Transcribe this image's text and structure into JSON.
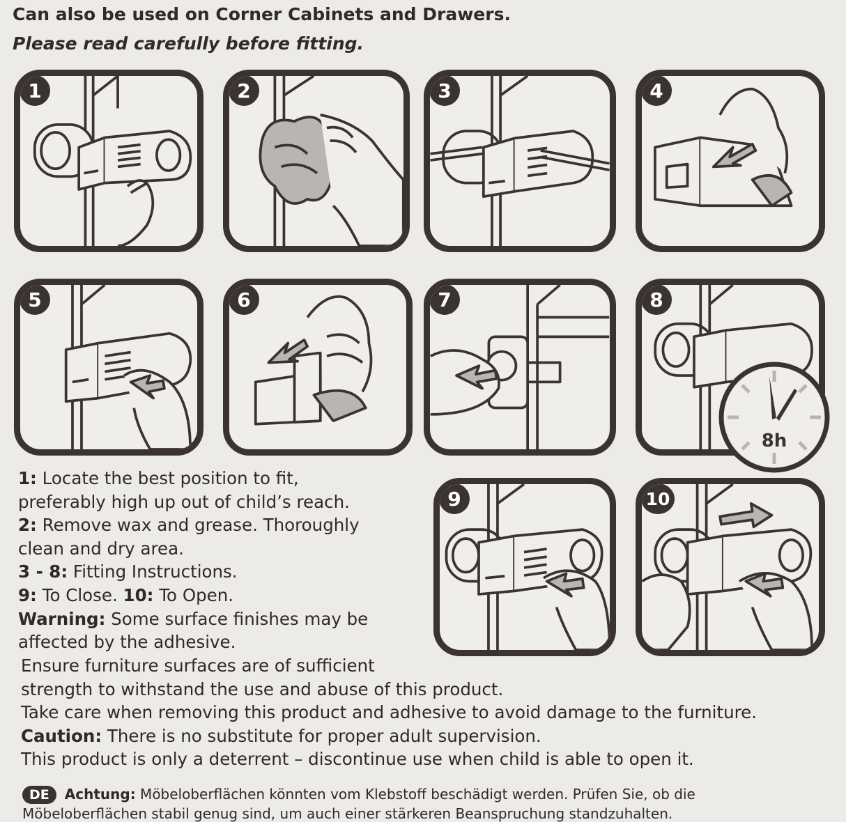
{
  "header": {
    "title": "Can also be used on Corner Cabinets and Drawers.",
    "subtitle": "Please read carefully before fitting."
  },
  "steps": [
    {
      "number": "1",
      "illustration": "lock-corner-press-icon"
    },
    {
      "number": "2",
      "illustration": "cloth-wipe-icon"
    },
    {
      "number": "3",
      "illustration": "pencil-mark-icon"
    },
    {
      "number": "4",
      "illustration": "peel-backing-icon"
    },
    {
      "number": "5",
      "illustration": "press-lock-icon"
    },
    {
      "number": "6",
      "illustration": "peel-catch-icon"
    },
    {
      "number": "7",
      "illustration": "fit-catch-icon"
    },
    {
      "number": "8",
      "illustration": "wait-clock-icon",
      "clock_label": "8h"
    },
    {
      "number": "9",
      "illustration": "close-lock-icon"
    },
    {
      "number": "10",
      "illustration": "open-lock-icon"
    }
  ],
  "instructions": {
    "l1_key": "1:",
    "l1_text": " Locate the best position to fit,",
    "l2_text": "preferably high up out of child’s reach.",
    "l3_key": "2:",
    "l3_text": " Remove wax and grease. Thoroughly",
    "l4_text": "clean and dry area.",
    "l5_key": "3 - 8:",
    "l5_text": "  Fitting Instructions.",
    "l6_key1": "9:",
    "l6_text1": " To Close.  ",
    "l6_key2": "10:",
    "l6_text2": " To Open.",
    "l7_key": "Warning:",
    "l7_text": " Some surface finishes may be",
    "l8_text": "affected by the adhesive.",
    "l9_text": "Ensure furniture surfaces are of sufficient",
    "l10_text": "strength to withstand the use and abuse of this product.",
    "l11_text": "Take care when removing this product and adhesive to avoid damage to the furniture.",
    "l12_key": "Caution:",
    "l12_text": " There is no substitute for proper adult supervision.",
    "l13_text": "This product is only a deterrent – discontinue use when child is able to open it."
  },
  "german": {
    "badge": "DE",
    "key": "Achtung:",
    "text": " Möbeloberflächen könnten vom Klebstoff beschädigt werden. Prüfen Sie, ob die",
    "cut_line": "Möbeloberflächen stabil genug sind, um auch einer stärkeren Beanspruchung standzuhalten."
  },
  "colors": {
    "ink": "#3a3330",
    "paper": "#ecebe8",
    "fill_gray": "#b9b6b2"
  }
}
